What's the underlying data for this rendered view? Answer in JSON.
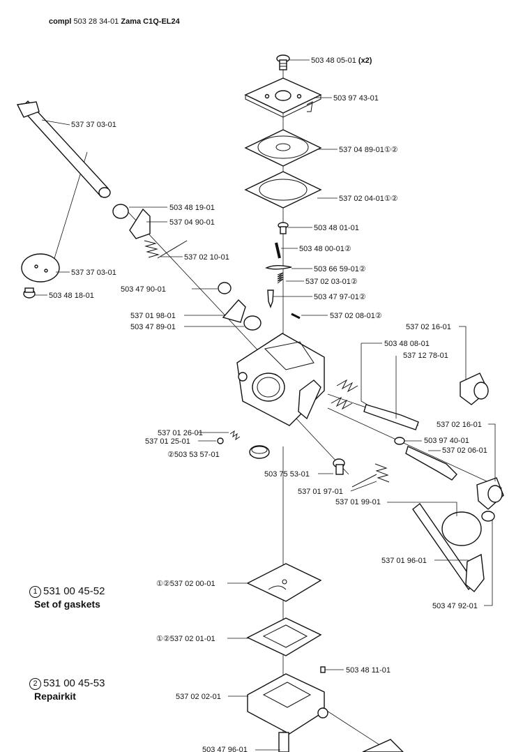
{
  "header": {
    "compl_prefix": "compl",
    "part_no": "503 28 34-01",
    "model": "Zama C1Q-EL24"
  },
  "callouts": [
    {
      "id": "c1",
      "text": "503 48 05-01",
      "suffix": "(x2)"
    },
    {
      "id": "c2",
      "text": "503 97 43-01"
    },
    {
      "id": "c3",
      "text": "537 04 89-01①②"
    },
    {
      "id": "c4",
      "text": "537 02 04-01①②"
    },
    {
      "id": "c5",
      "text": "503 48 01-01"
    },
    {
      "id": "c6",
      "text": "503 48 00-01②"
    },
    {
      "id": "c7",
      "text": "503 66 59-01②"
    },
    {
      "id": "c8",
      "text": "537 02 03-01②"
    },
    {
      "id": "c9",
      "text": "503 47 97-01②"
    },
    {
      "id": "c10",
      "text": "537 02 08-01②"
    },
    {
      "id": "c11",
      "text": "537 37 03-01"
    },
    {
      "id": "c12",
      "text": "503 48 19-01"
    },
    {
      "id": "c13",
      "text": "537 04 90-01"
    },
    {
      "id": "c14",
      "text": "537 02 10-01"
    },
    {
      "id": "c15",
      "text": "537 37 03-01"
    },
    {
      "id": "c16",
      "text": "503 48 18-01"
    },
    {
      "id": "c17",
      "text": "503 47 90-01"
    },
    {
      "id": "c18",
      "text": "537 01 98-01"
    },
    {
      "id": "c19",
      "text": "503 47 89-01"
    },
    {
      "id": "c20",
      "text": "537 02 16-01"
    },
    {
      "id": "c21",
      "text": "503 48 08-01"
    },
    {
      "id": "c22",
      "text": "537 12 78-01"
    },
    {
      "id": "c23",
      "text": "537 02 16-01"
    },
    {
      "id": "c24",
      "text": "503 97 40-01"
    },
    {
      "id": "c25",
      "text": "537 02 06-01"
    },
    {
      "id": "c26",
      "text": "537 01 26-01"
    },
    {
      "id": "c27",
      "text": "537 01 25-01"
    },
    {
      "id": "c28",
      "text": "②503 53 57-01"
    },
    {
      "id": "c29",
      "text": "503 75 53-01"
    },
    {
      "id": "c30",
      "text": "537 01 97-01"
    },
    {
      "id": "c31",
      "text": "537 01 99-01"
    },
    {
      "id": "c32",
      "text": "537 01 96-01"
    },
    {
      "id": "c33",
      "text": "503 47 92-01"
    },
    {
      "id": "c34",
      "text": "①②537 02 00-01"
    },
    {
      "id": "c35",
      "text": "①②537 02 01-01"
    },
    {
      "id": "c36",
      "text": "503 48 11-01"
    },
    {
      "id": "c37",
      "text": "537 02 02-01"
    },
    {
      "id": "c38",
      "text": "503 47 96-01"
    }
  ],
  "kits": [
    {
      "marker": "1",
      "number": "531 00 45-52",
      "name": "Set of gaskets"
    },
    {
      "marker": "2",
      "number": "531 00 45-53",
      "name": "Repairkit"
    }
  ]
}
